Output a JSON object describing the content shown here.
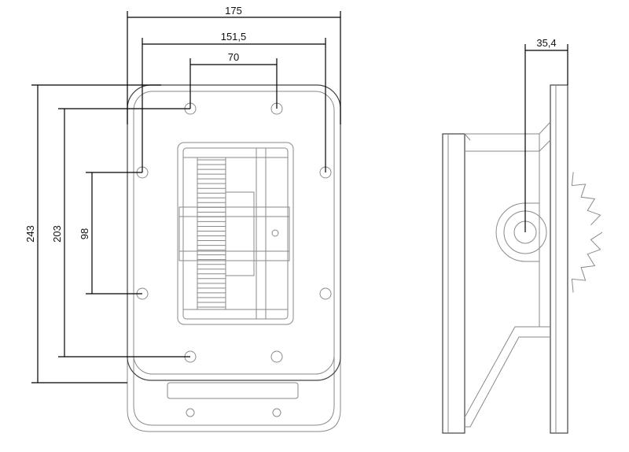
{
  "dimensions": {
    "overall_width": "175",
    "hole_span_outer": "151,5",
    "hole_span_inner": "70",
    "overall_height": "243",
    "hole_height_outer": "203",
    "hole_height_inner": "98",
    "side_offset": "35,4"
  }
}
